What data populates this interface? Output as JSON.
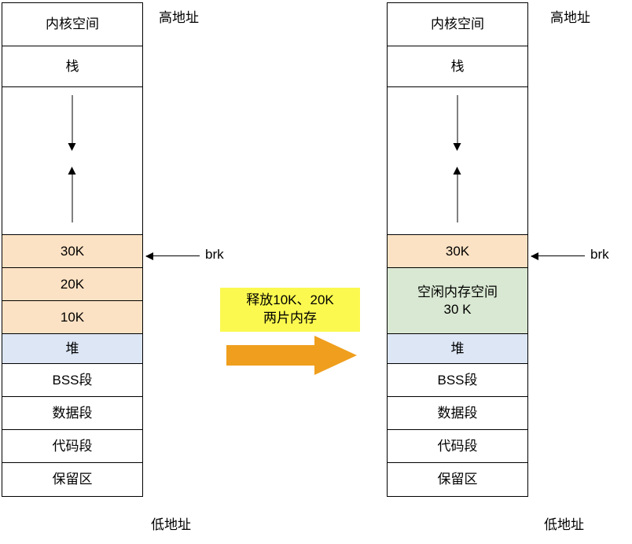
{
  "diagram": {
    "title_hidden": "",
    "colors": {
      "allocated_block": "#fce2c4",
      "free_block": "#d9e8d2",
      "heap": "#dce6f5",
      "note_box": "#fbf94f",
      "arrow": "#ef9f1d",
      "outline": "#000000"
    },
    "left_column": {
      "high_address_label": "高地址",
      "low_address_label": "低地址",
      "brk_label": "brk",
      "cells": [
        {
          "name": "kernel-space",
          "label": "内核空间"
        },
        {
          "name": "stack",
          "label": "栈"
        },
        {
          "name": "unmapped-gap",
          "label": ""
        },
        {
          "name": "block-30k",
          "label": "30K"
        },
        {
          "name": "block-20k",
          "label": "20K"
        },
        {
          "name": "block-10k",
          "label": "10K"
        },
        {
          "name": "heap",
          "label": "堆"
        },
        {
          "name": "bss-segment",
          "label": "BSS段"
        },
        {
          "name": "data-segment",
          "label": "数据段"
        },
        {
          "name": "code-segment",
          "label": "代码段"
        },
        {
          "name": "reserved-area",
          "label": "保留区"
        }
      ]
    },
    "right_column": {
      "high_address_label": "高地址",
      "low_address_label": "低地址",
      "brk_label": "brk",
      "cells": [
        {
          "name": "kernel-space",
          "label": "内核空间"
        },
        {
          "name": "stack",
          "label": "栈"
        },
        {
          "name": "unmapped-gap",
          "label": ""
        },
        {
          "name": "block-30k",
          "label": "30K"
        },
        {
          "name": "free-memory",
          "label_line1": "空闲内存空间",
          "label_line2": "30 K"
        },
        {
          "name": "heap",
          "label": "堆"
        },
        {
          "name": "bss-segment",
          "label": "BSS段"
        },
        {
          "name": "data-segment",
          "label": "数据段"
        },
        {
          "name": "code-segment",
          "label": "代码段"
        },
        {
          "name": "reserved-area",
          "label": "保留区"
        }
      ]
    },
    "transition_note": {
      "line1": "释放10K、20K",
      "line2": "两片内存"
    }
  }
}
